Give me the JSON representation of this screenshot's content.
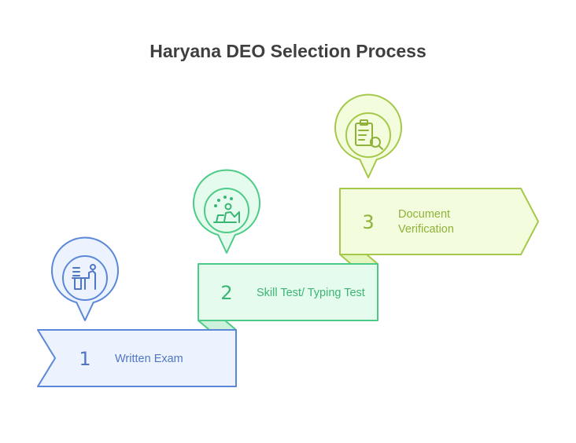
{
  "title": "Haryana DEO Selection Process",
  "steps": [
    {
      "number": "1",
      "label": "Written Exam",
      "label_lines": [
        "Written Exam"
      ],
      "icon": "exam-desk-icon",
      "stroke": "#5b87d8",
      "fill": "#edf3fe",
      "text_color": "#4f76c4"
    },
    {
      "number": "2",
      "label": "Skill Test/ Typing Test",
      "label_lines": [
        "Skill Test/ Typing Test"
      ],
      "icon": "typing-person-icon",
      "stroke": "#4ccb86",
      "fill": "#e5fbee",
      "text_color": "#3bb574"
    },
    {
      "number": "3",
      "label": "Document Verification",
      "label_lines": [
        "Document",
        "Verification"
      ],
      "icon": "document-search-icon",
      "stroke": "#a4c94a",
      "fill": "#f3fcdc",
      "text_color": "#8fb23a"
    }
  ]
}
